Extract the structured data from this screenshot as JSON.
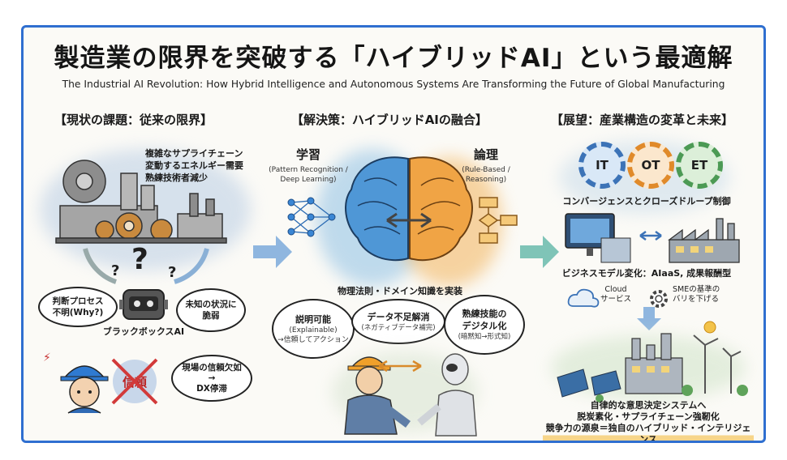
{
  "title": "製造業の限界を突破する「ハイブリッドAI」という最適解",
  "subtitle": "The Industrial AI Revolution: How Hybrid Intelligence and Autonomous Systems Are Transforming the Future of Global Manufacturing",
  "left": {
    "heading": "【現状の課題：従来の限界】",
    "issues": [
      "複雑なサプライチェーン",
      "変動するエネルギー需要",
      "熟練技術者減少"
    ],
    "bubble_process": [
      "判断プロセス",
      "不明(Why?)"
    ],
    "bubble_unknown": [
      "未知の状況に",
      "脆弱"
    ],
    "blackbox_label": "ブラックボックスAI",
    "trust_stamp": "信頼",
    "bubble_trust": [
      "現場の信頼欠如",
      "→",
      "DX停滞"
    ]
  },
  "middle": {
    "heading": "【解決策：ハイブリッドAIの融合】",
    "learning_title": "学習",
    "learning_sub": [
      "(Pattern Recognition /",
      "Deep Learning)"
    ],
    "logic_title": "論理",
    "logic_sub": [
      "(Rule-Based /",
      "Reasoning)"
    ],
    "physics_label": "物理法則・ドメイン知識を実装",
    "bubble_explain": [
      "説明可能",
      "(Explainable)",
      "→信頼してアクション"
    ],
    "bubble_data": [
      "データ不足解消",
      "(ネガティブデータ補完)"
    ],
    "bubble_skill": [
      "熟練技能の",
      "デジタル化",
      "(暗黙知→形式知)"
    ]
  },
  "right": {
    "heading": "【展望：産業構造の変革と未来】",
    "gears": [
      "IT",
      "OT",
      "ET"
    ],
    "convergence_label": "コンバージェンスとクローズドループ制御",
    "business_label": "ビジネスモデル変化：AIaaS, 成果報酬型",
    "cloud_label": [
      "Cloud",
      "サービス"
    ],
    "sme_label": [
      "SMEの基準の",
      "バリを下げる"
    ],
    "bottom_lines": [
      "自律的な意思決定システムへ",
      "脱炭素化・サプライチェーン強靭化",
      "競争力の源泉＝独自のハイブリッド・インテリジェンス"
    ]
  }
}
